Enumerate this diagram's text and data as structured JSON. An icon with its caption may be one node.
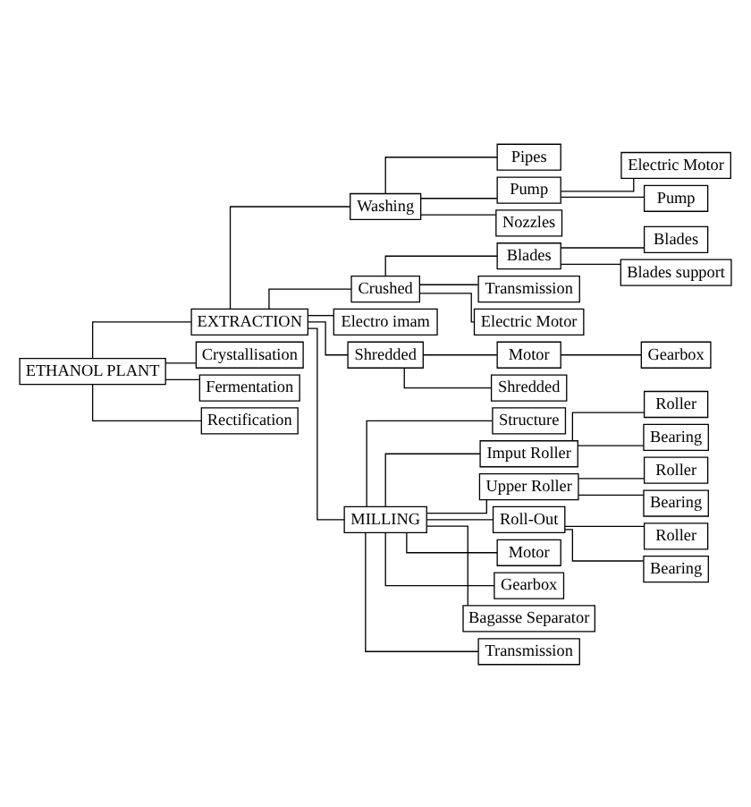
{
  "diagram": {
    "nodes": [
      {
        "text": [
          "ETHANOL PLANT"
        ]
      },
      {
        "text": [
          "EXTRACTION"
        ]
      },
      {
        "text": [
          "Washing"
        ]
      },
      {
        "text": [
          "Pipes"
        ]
      },
      {
        "text": [
          "Pump"
        ]
      },
      {
        "text": [
          "Electric Motor"
        ]
      },
      {
        "text": [
          "Pump"
        ]
      },
      {
        "text": [
          "Nozzles"
        ]
      },
      {
        "text": [
          "Crushed"
        ]
      },
      {
        "text": [
          "Blades"
        ]
      },
      {
        "text": [
          "Blades"
        ]
      },
      {
        "text": [
          "Blades support"
        ]
      },
      {
        "text": [
          "Transmission"
        ]
      },
      {
        "text": [
          "Electric Motor"
        ]
      },
      {
        "text": [
          "Electro imam"
        ]
      },
      {
        "text": [
          "Shredded"
        ]
      },
      {
        "text": [
          "Motor"
        ]
      },
      {
        "text": [
          "Gearbox"
        ]
      },
      {
        "text": [
          "Shredded"
        ]
      },
      {
        "text": [
          "MILLING"
        ]
      },
      {
        "text": [
          "Structure"
        ]
      },
      {
        "text": [
          "Imput Roller"
        ]
      },
      {
        "text": [
          "Roller"
        ]
      },
      {
        "text": [
          "Bearing"
        ]
      },
      {
        "text": [
          "Upper Roller"
        ]
      },
      {
        "text": [
          "Roller"
        ]
      },
      {
        "text": [
          "Bearing"
        ]
      },
      {
        "text": [
          "Roll-Out"
        ]
      },
      {
        "text": [
          "Roller"
        ]
      },
      {
        "text": [
          "Bearing"
        ]
      },
      {
        "text": [
          "Motor"
        ]
      },
      {
        "text": [
          "Gearbox"
        ]
      },
      {
        "text": [
          "Bagasse Separator"
        ]
      },
      {
        "text": [
          "Transmission"
        ]
      },
      {
        "text": [
          "Crystallisation"
        ]
      },
      {
        "text": [
          "Fermentation"
        ]
      },
      {
        "text": [
          "Rectification"
        ]
      }
    ],
    "edges": [
      {
        "from": 0,
        "to": 1,
        "arrow": "none"
      },
      {
        "from": 1,
        "to": 2,
        "arrow": "none"
      },
      {
        "from": 2,
        "to": 3,
        "arrow": "none"
      },
      {
        "from": 2,
        "to": 4,
        "arrow": "none"
      },
      {
        "from": 4,
        "to": 5,
        "arrow": "none"
      },
      {
        "from": 4,
        "to": 6,
        "arrow": "none"
      },
      {
        "from": 2,
        "to": 7,
        "arrow": "none"
      },
      {
        "from": 1,
        "to": 8,
        "arrow": "none"
      },
      {
        "from": 8,
        "to": 9,
        "arrow": "none"
      },
      {
        "from": 9,
        "to": 10,
        "arrow": "none"
      },
      {
        "from": 9,
        "to": 11,
        "arrow": "none"
      },
      {
        "from": 8,
        "to": 12,
        "arrow": "none"
      },
      {
        "from": 8,
        "to": 13,
        "arrow": "none"
      },
      {
        "from": 1,
        "to": 14,
        "arrow": "none"
      },
      {
        "from": 1,
        "to": 15,
        "arrow": "none"
      },
      {
        "from": 15,
        "to": 16,
        "arrow": "none"
      },
      {
        "from": 16,
        "to": 17,
        "arrow": "none"
      },
      {
        "from": 15,
        "to": 18,
        "arrow": "none"
      },
      {
        "from": 1,
        "to": 19,
        "arrow": "none"
      },
      {
        "from": 19,
        "to": 20,
        "arrow": "none"
      },
      {
        "from": 19,
        "to": 21,
        "arrow": "none"
      },
      {
        "from": 21,
        "to": 22,
        "arrow": "none"
      },
      {
        "from": 21,
        "to": 23,
        "arrow": "none"
      },
      {
        "from": 19,
        "to": 24,
        "arrow": "none"
      },
      {
        "from": 24,
        "to": 25,
        "arrow": "none"
      },
      {
        "from": 24,
        "to": 26,
        "arrow": "none"
      },
      {
        "from": 19,
        "to": 27,
        "arrow": "none"
      },
      {
        "from": 27,
        "to": 28,
        "arrow": "none"
      },
      {
        "from": 27,
        "to": 29,
        "arrow": "none"
      },
      {
        "from": 19,
        "to": 30,
        "arrow": "none"
      },
      {
        "from": 19,
        "to": 31,
        "arrow": "none"
      },
      {
        "from": 19,
        "to": 32,
        "arrow": "none"
      },
      {
        "from": 19,
        "to": 33,
        "arrow": "none"
      },
      {
        "from": 0,
        "to": 34,
        "arrow": "none"
      },
      {
        "from": 0,
        "to": 35,
        "arrow": "none"
      },
      {
        "from": 0,
        "to": 36,
        "arrow": "none"
      }
    ]
  }
}
